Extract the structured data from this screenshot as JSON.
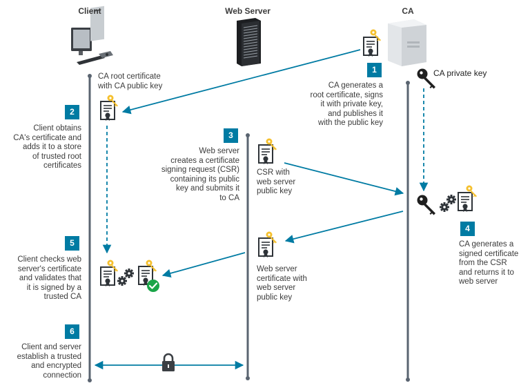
{
  "columns": {
    "client": "Client",
    "web_server": "Web Server",
    "ca": "CA"
  },
  "ca_private_key_label": "CA private key",
  "steps": [
    {
      "number": "1",
      "text": "CA generates a\nroot certificate, signs\nit with private key,\nand publishes it\nwith the public key"
    },
    {
      "number": "2",
      "text": "Client obtains\nCA's certificate and\nadds it to a store\nof trusted root\ncertificates"
    },
    {
      "number": "3",
      "text": "Web server\ncreates a certificate\nsigning request (CSR)\ncontaining its public\nkey and submits it\nto CA"
    },
    {
      "number": "4",
      "text": "CA generates a\nsigned certificate\nfrom the CSR\nand returns it to\nweb server"
    },
    {
      "number": "5",
      "text": "Client checks web\nserver's certificate\nand validates that\nit is signed by a\ntrusted CA"
    },
    {
      "number": "6",
      "text": "Client and server\nestablish a trusted\nand encrypted\nconnection"
    }
  ],
  "labels": {
    "ca_root_cert": "CA root certificate\nwith CA public key",
    "csr": "CSR with\nweb server\npublic key",
    "web_server_cert": "Web server\ncertificate with\nweb server\npublic key"
  },
  "colors": {
    "accent": "#007ba3",
    "lifeline": "#5a6470",
    "text": "#3b3b3b",
    "key": "#f5c02e",
    "check": "#1aa548",
    "dark": "#1f1f1f"
  },
  "icons": [
    "desktop-computer-icon",
    "server-rack-icon",
    "ca-server-icon",
    "certificate-icon",
    "key-icon",
    "gear-icon",
    "check-icon",
    "padlock-icon"
  ]
}
